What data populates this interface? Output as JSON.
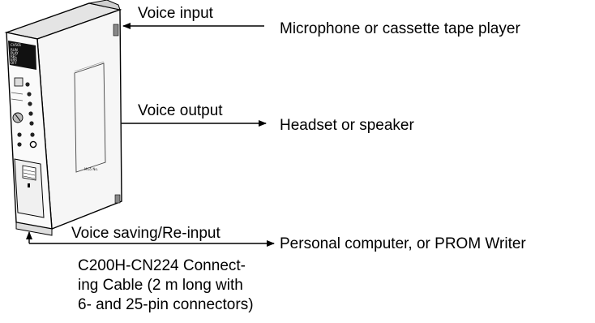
{
  "connections": {
    "voice_input": {
      "label": "Voice input",
      "target": "Microphone or cassette tape player"
    },
    "voice_output": {
      "label": "Voice output",
      "target": "Headset or speaker"
    },
    "voice_saving": {
      "label": "Voice saving/Re-input",
      "target": "Personal computer, or PROM Writer"
    }
  },
  "cable_caption": {
    "line1": "C200H-CN224 Connect-",
    "line2": "ing Cable (2 m long with",
    "line3": "6- and 25-pin connectors)"
  },
  "unit": {
    "model": "CV501",
    "indicators": [
      "RUN",
      "PLAY",
      "REC",
      "ERR",
      "OFF"
    ],
    "panel_label": "MG5 No."
  }
}
